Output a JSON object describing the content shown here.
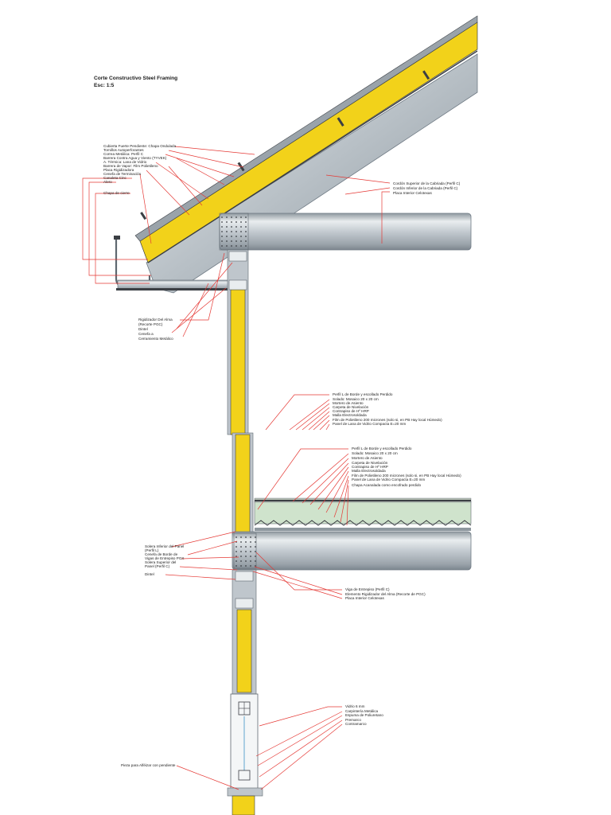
{
  "title": {
    "line1": "Corte Constructivo Steel Framing",
    "line2": "Esc: 1:5"
  },
  "colors": {
    "insulation": "#f2d21a",
    "steel": "#bfc6cc",
    "leader": "#e53935",
    "concrete": "#cfe3cc"
  },
  "roof_labels_left": [
    "Cubierta Fuerte Pendiente: Chapa Ondulada",
    "Tornillos Autoperforantes",
    "Correa Metálica: Perfil C",
    "Barrera Contra Agua y Viento (TYVEK)",
    "A. Térmica: Lana de Vidrio",
    "Barrera de Vapor: Film Polietileno",
    "Placa Rigidizadora",
    "Cenefa de Terminación",
    "Canaleta Cinc",
    "Alero",
    "Chapa de cierre"
  ],
  "roof_labels_right": [
    "Cordón Superior de la Cabriada (Perfil C)",
    "Cordón Inferior de la Cabriada (Perfil C)",
    "Placa Interior Celotexas"
  ],
  "eave_labels": [
    "Rigidizador Del Alma",
    "(Recorte PGC)",
    "Dintel",
    "Cenefa a",
    "Cerramiento Metálico"
  ],
  "floor_labels_upper": [
    "Perfil L de Borde y escollado Perdido",
    "Solado: Mosaico 20 x 20 cm",
    "Mortero de Asiento",
    "Carpeta de Nivelación",
    "Contrapiso de Hº HRP",
    "Malla Electrosoldada",
    "Film de Polietileno 200 micrones (solo si, en PB Hay local Húmedo)",
    "Panel de Lana de Vidrio Compacta E=20 mm"
  ],
  "floor_labels_lower": [
    "Perfil L de Borde y escollado Perdido",
    "Solado: Mosaico 20 x 20 cm",
    "Mortero de Asiento",
    "Carpeta de Nivelación",
    "Contrapiso de Hº HRP",
    "Malla Electrosoldada",
    "Film de Polietileno 200 micrones (solo si, en PB Hay local Húmedo)",
    "Panel de Lana de Vidrio Compacta E=20 mm",
    "Chapa Acanalada como encofrado perdido"
  ],
  "joist_labels_left": [
    "Solera Inferior del Panel",
    "(Perfil L)",
    "Cenefa de Borde de",
    "Vigas de Entrepiso PGX",
    "Solera Superior del",
    "Panel (Perfil C)",
    "Dintel"
  ],
  "joist_labels_right": [
    "Viga de Entrepiso (Perfil C)",
    "Elemento Rigidizador del Alma (Recorte de PGC)",
    "Placa Interior Celotexas"
  ],
  "window_labels": [
    "Vidrio 6 mm",
    "Carpintería Metálica",
    "Espuma de Poliuretano",
    "Premarco",
    "Contramarco"
  ],
  "sill_label": "Pieza para Alféizar con pendiente"
}
